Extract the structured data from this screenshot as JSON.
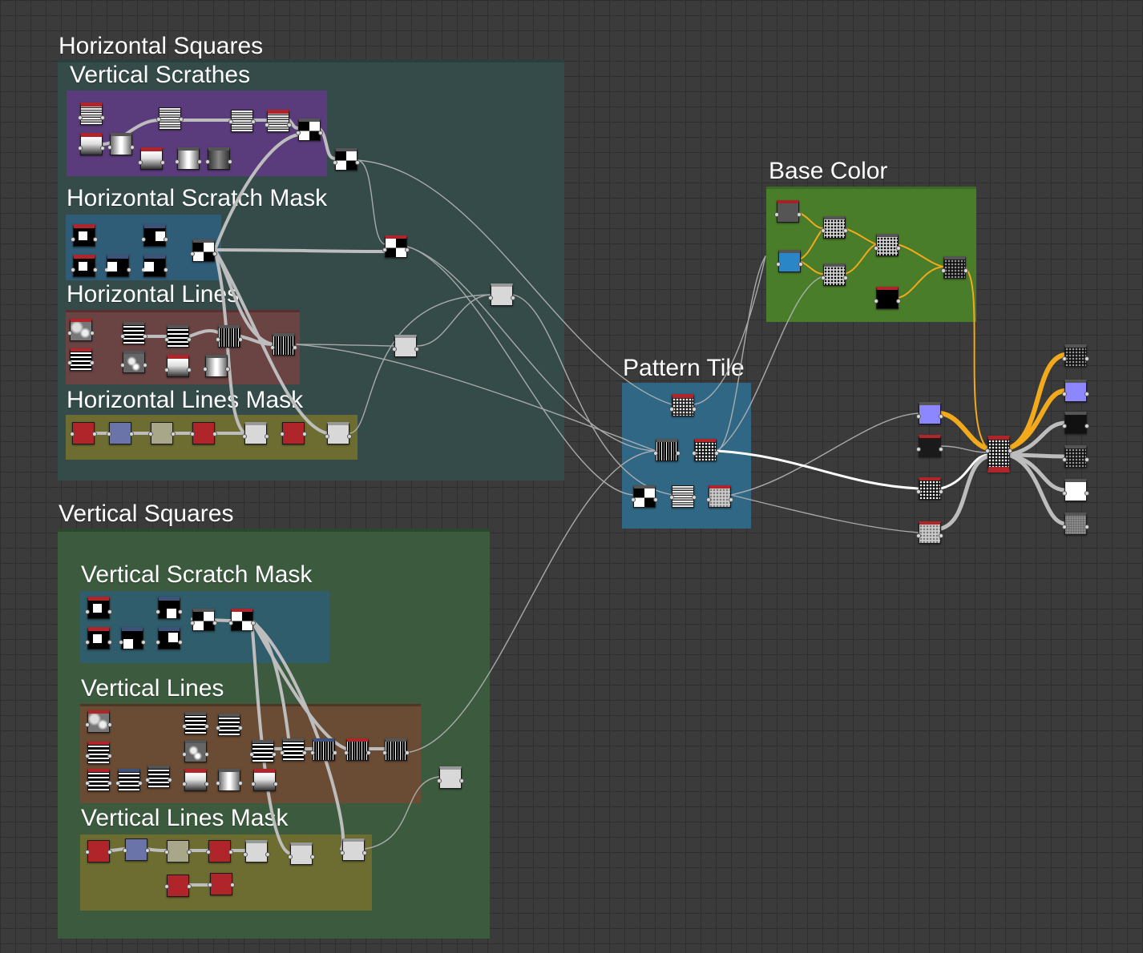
{
  "frames": [
    {
      "name": "frame-horizontal-squares",
      "title": "Horizontal Squares"
    },
    {
      "name": "frame-vertical-scratches",
      "title": "Vertical Scrathes"
    },
    {
      "name": "frame-horizontal-scratch-mask",
      "title": "Horizontal Scratch Mask"
    },
    {
      "name": "frame-horizontal-lines",
      "title": "Horizontal Lines"
    },
    {
      "name": "frame-horizontal-lines-mask",
      "title": "Horizontal Lines Mask"
    },
    {
      "name": "frame-vertical-squares",
      "title": "Vertical Squares"
    },
    {
      "name": "frame-vertical-scratch-mask",
      "title": "Vertical Scratch Mask"
    },
    {
      "name": "frame-vertical-lines",
      "title": "Vertical Lines"
    },
    {
      "name": "frame-vertical-lines-mask",
      "title": "Vertical Lines Mask"
    },
    {
      "name": "frame-base-color",
      "title": "Base Color"
    },
    {
      "name": "frame-pattern-tile",
      "title": "Pattern Tile"
    }
  ],
  "colors": {
    "canvas": "#3b3b3b",
    "grid": "#2f2f2f",
    "wire": "#b8b8b8",
    "wire_highlight": "#ffffff",
    "wire_color": "#f2a91c",
    "node_header_red": "#b0252a",
    "node_header_blue": "#3c5278"
  }
}
